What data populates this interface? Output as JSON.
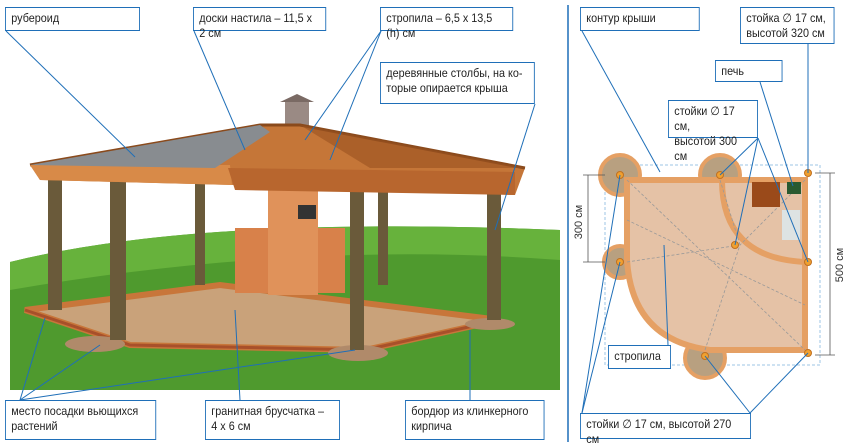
{
  "left_panel": {
    "labels": {
      "roofing": "рубероид",
      "deck_boards": "доски настила – 11,5 х 2 см",
      "rafters": "стропила – 6,5 х 13,5 (h) см",
      "posts_line1": "деревянные столбы, на ко-",
      "posts_line2": "торые опирается крыша",
      "plants_line1": "место посадки  вьющихся",
      "plants_line2": "растений",
      "paving_line1": "гранитная брусчатка –",
      "paving_line2": "4 х 6 см",
      "border_line1": "бордюр из клинкерного",
      "border_line2": "кирпича"
    }
  },
  "right_panel": {
    "labels": {
      "roof_outline": "контур крыши",
      "post320_line1": "стойка ∅ 17 см,",
      "post320_line2": "высотой 320 см",
      "stove": "печь",
      "posts300_line1": "стойки ∅ 17 см,",
      "posts300_line2": "высотой 300 см",
      "rafters": "стропила",
      "posts270": "стойки ∅ 17 см, высотой 270 см"
    },
    "dimensions": {
      "left": "300 см",
      "right": "500 см"
    }
  },
  "colors": {
    "callout": "#1f6fb8",
    "wood": "#b5652a",
    "brick": "#e5a064",
    "grass": "#4f9a2e"
  }
}
